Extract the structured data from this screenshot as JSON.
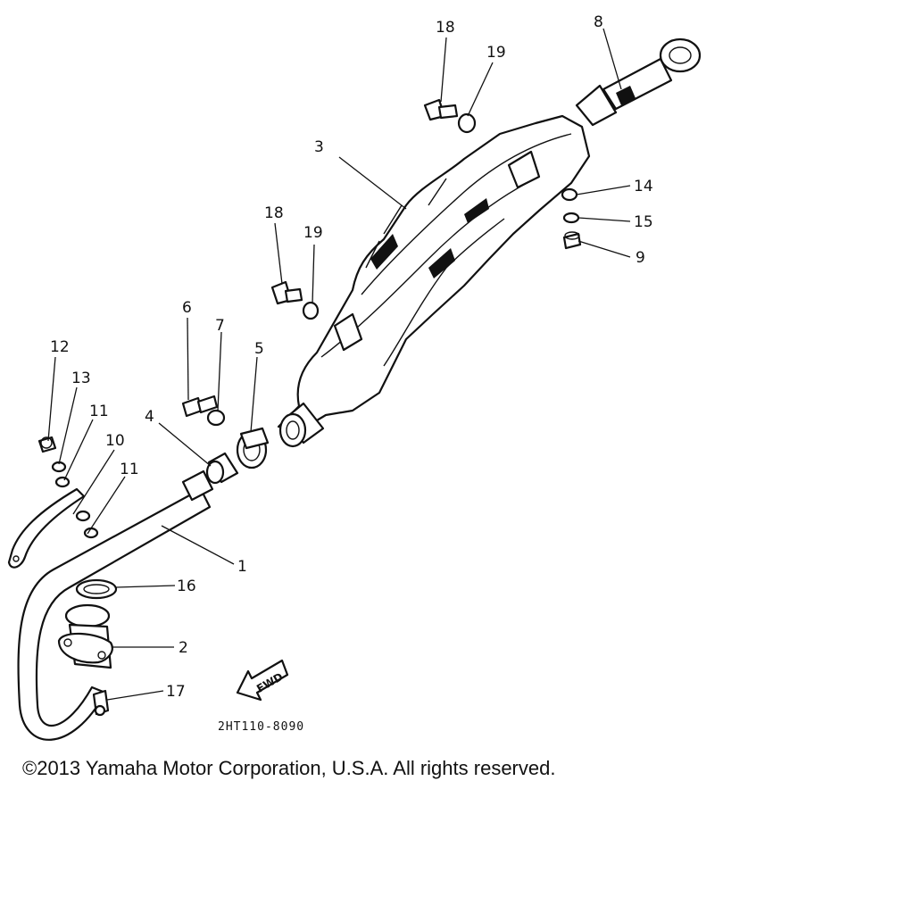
{
  "callouts": {
    "p1": "1",
    "p2": "2",
    "p3": "3",
    "p4": "4",
    "p5": "5",
    "p6": "6",
    "p7": "7",
    "p8": "8",
    "p9": "9",
    "p10": "10",
    "p11a": "11",
    "p11b": "11",
    "p12": "12",
    "p13": "13",
    "p14": "14",
    "p15": "15",
    "p16": "16",
    "p17": "17",
    "p18a": "18",
    "p18b": "18",
    "p19a": "19",
    "p19b": "19"
  },
  "fwd_label": "FWD",
  "diagram_code": "2HT110-8090",
  "copyright": "©2013 Yamaha Motor Corporation, U.S.A. All rights reserved."
}
